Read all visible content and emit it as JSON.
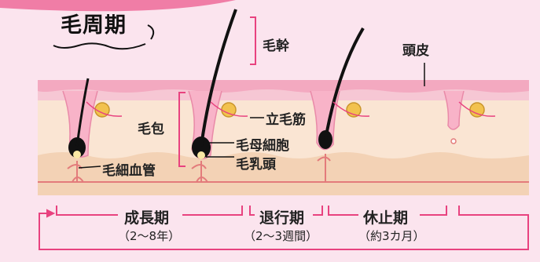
{
  "title": "毛周期",
  "labels": {
    "hair_shaft": "毛幹",
    "scalp": "頭皮",
    "follicle": "毛包",
    "arrector_pili": "立毛筋",
    "matrix_cells": "毛母細胞",
    "papilla": "毛乳頭",
    "capillary": "毛細血管"
  },
  "phases": [
    {
      "name": "成長期",
      "duration": "（2〜8年）"
    },
    {
      "name": "退行期",
      "duration": "（2〜3週間）"
    },
    {
      "name": "休止期",
      "duration": "（約3カ月）"
    }
  ],
  "colors": {
    "background": "#fbe4ee",
    "skin_outer": "#f6c7d4",
    "skin_inner": "#fae5d3",
    "dermis_band": "#f3d2b5",
    "accent_pink": "#e8427f",
    "hair": "#111111"
  }
}
